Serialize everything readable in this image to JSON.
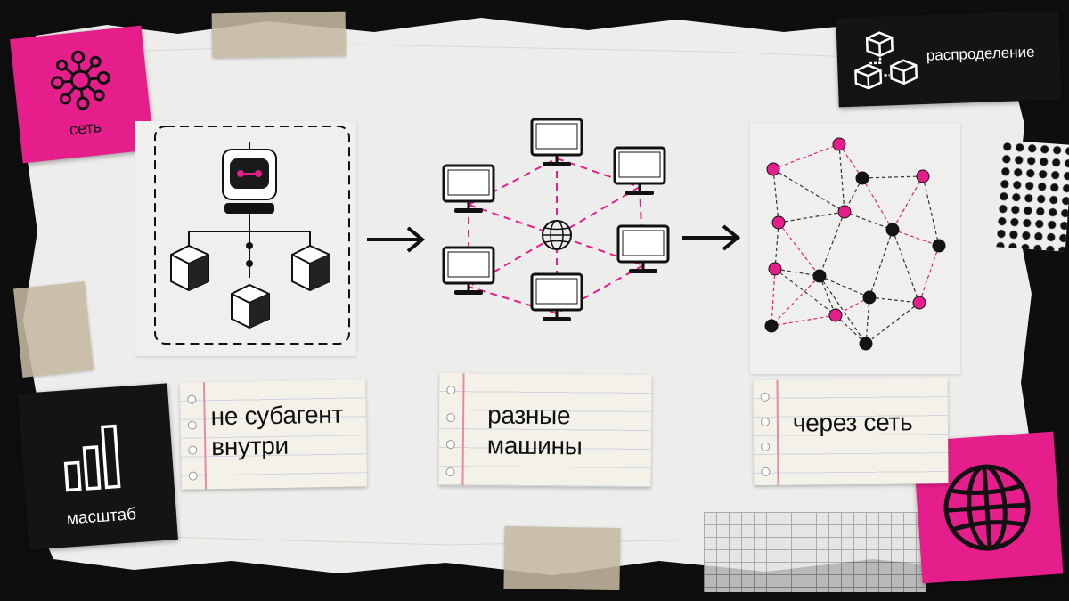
{
  "stickers": {
    "network": "сеть",
    "distribution": "распроделение",
    "scale": "масштаб"
  },
  "steps": [
    {
      "line1": "не субагент",
      "line2": "внутри"
    },
    {
      "line1": "разные",
      "line2": "машины"
    },
    {
      "line1": "через сеть",
      "line2": ""
    }
  ],
  "colors": {
    "accent": "#e61e8c",
    "dark": "#141414",
    "paper": "#ececea"
  },
  "icons": [
    "network-icon",
    "boxes-icon",
    "bars-icon",
    "globe-icon",
    "robot-icon",
    "computer-icon",
    "arrow-right-icon"
  ]
}
